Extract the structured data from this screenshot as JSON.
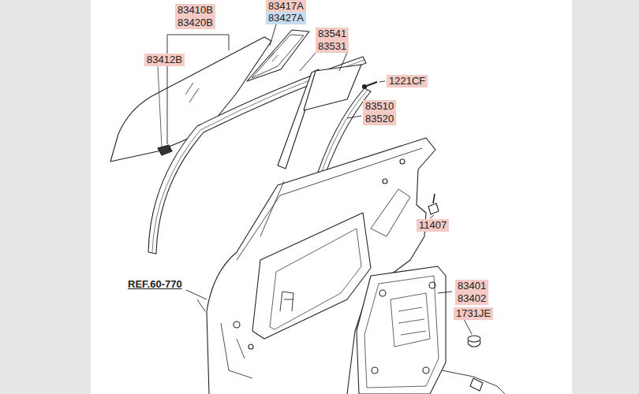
{
  "diagram": {
    "labels": [
      "83417A",
      "83427A",
      "83410B",
      "83420B",
      "83541",
      "83531",
      "83412B",
      "1221CF",
      "83510",
      "83520",
      "11407",
      "REF.60-770",
      "83401",
      "83402",
      "1731JE"
    ]
  }
}
